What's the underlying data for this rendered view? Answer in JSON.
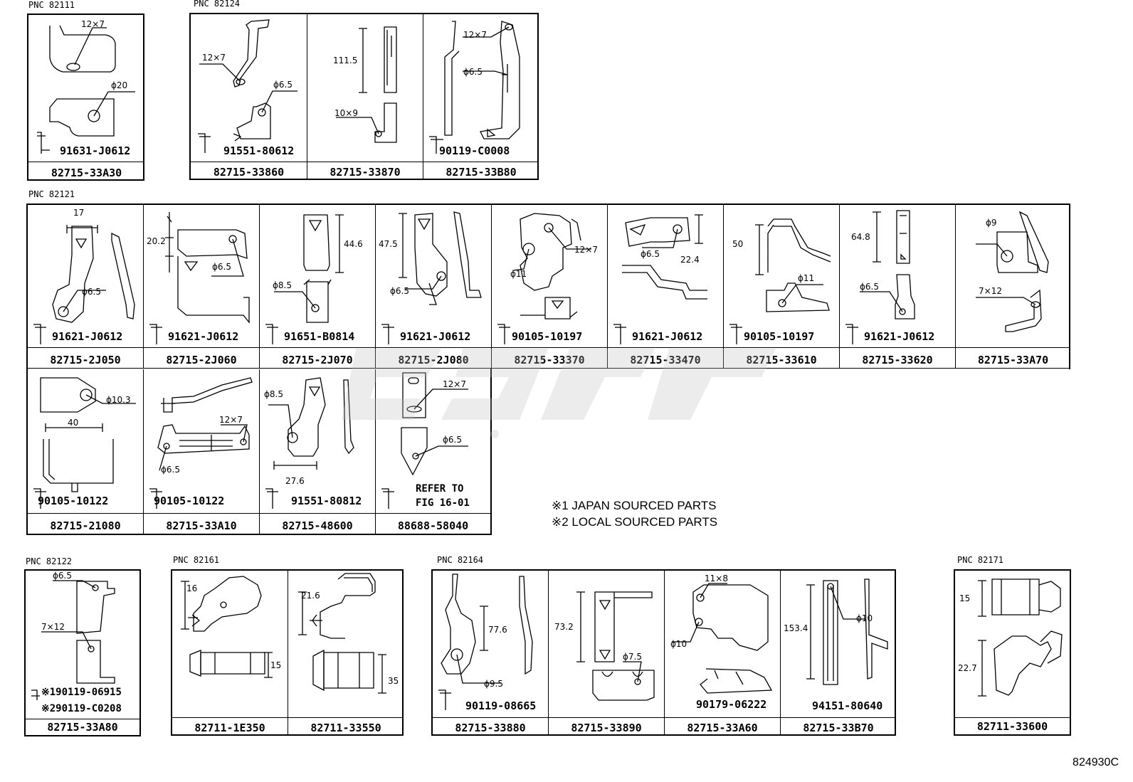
{
  "pnc": {
    "p82111": "PNC 82111",
    "p82124": "PNC 82124",
    "p82121": "PNC 82121",
    "p82122": "PNC 82122",
    "p82161": "PNC 82161",
    "p82164": "PNC 82164",
    "p82171": "PNC 82171"
  },
  "cells": [
    {
      "part": "82715-33A30",
      "bolt": "91631-J0612",
      "dims": [
        "12×7",
        "ϕ20"
      ]
    },
    {
      "part": "82715-33860",
      "bolt": "91551-80612",
      "dims": [
        "12×7",
        "ϕ6.5"
      ]
    },
    {
      "part": "82715-33870",
      "bolt": "",
      "dims": [
        "111.5",
        "10×9"
      ]
    },
    {
      "part": "82715-33B80",
      "bolt": "90119-C0008",
      "dims": [
        "12×7",
        "ϕ6.5"
      ]
    },
    {
      "part": "82715-2J050",
      "bolt": "91621-J0612",
      "dims": [
        "17",
        "ϕ6.5"
      ]
    },
    {
      "part": "82715-2J060",
      "bolt": "91621-J0612",
      "dims": [
        "20.2",
        "ϕ6.5"
      ]
    },
    {
      "part": "82715-2J070",
      "bolt": "91651-B0814",
      "dims": [
        "44.6",
        "ϕ8.5"
      ]
    },
    {
      "part": "82715-2J080",
      "bolt": "91621-J0612",
      "dims": [
        "47.5",
        "ϕ6.5"
      ]
    },
    {
      "part": "82715-33370",
      "bolt": "90105-10197",
      "dims": [
        "12×7",
        "ϕ11"
      ]
    },
    {
      "part": "82715-33470",
      "bolt": "91621-J0612",
      "dims": [
        "ϕ6.5",
        "22.4"
      ]
    },
    {
      "part": "82715-33610",
      "bolt": "90105-10197",
      "dims": [
        "50",
        "ϕ11"
      ]
    },
    {
      "part": "82715-33620",
      "bolt": "91621-J0612",
      "dims": [
        "64.8",
        "ϕ6.5"
      ]
    },
    {
      "part": "82715-33A70",
      "bolt": "",
      "dims": [
        "ϕ9",
        "7×12"
      ]
    },
    {
      "part": "82715-21080",
      "bolt": "90105-10122",
      "dims": [
        "ϕ10.3",
        "40"
      ]
    },
    {
      "part": "82715-33A10",
      "bolt": "90105-10122",
      "dims": [
        "12×7",
        "ϕ6.5"
      ]
    },
    {
      "part": "82715-48600",
      "bolt": "91551-80812",
      "dims": [
        "ϕ8.5",
        "27.6"
      ]
    },
    {
      "part": "88688-58040",
      "bolt": "REFER TO",
      "bolt2": "FIG 16-01",
      "dims": [
        "12×7",
        "ϕ6.5"
      ]
    },
    {
      "part": "82715-33A80",
      "bolt": "※190119-06915",
      "bolt2": "※290119-C0208",
      "dims": [
        "ϕ6.5",
        "7×12"
      ]
    },
    {
      "part": "82711-1E350",
      "bolt": "",
      "dims": [
        "16",
        "15"
      ]
    },
    {
      "part": "82711-33550",
      "bolt": "",
      "dims": [
        "21.6",
        "35"
      ]
    },
    {
      "part": "82715-33880",
      "bolt": "90119-08665",
      "dims": [
        "77.6",
        "ϕ9.5"
      ]
    },
    {
      "part": "82715-33890",
      "bolt": "",
      "dims": [
        "73.2",
        "ϕ7.5"
      ]
    },
    {
      "part": "82715-33A60",
      "bolt": "90179-06222",
      "dims": [
        "11×8",
        "ϕ10"
      ]
    },
    {
      "part": "82715-33B70",
      "bolt": "94151-80640",
      "dims": [
        "153.4",
        "ϕ10"
      ]
    },
    {
      "part": "82711-33600",
      "bolt": "",
      "dims": [
        "15",
        "22.7"
      ]
    }
  ],
  "notes": {
    "japan": "※1 JAPAN SOURCED PARTS",
    "local": "※2 LOCAL SOURCED PARTS"
  },
  "drawing_id": "824930C",
  "watermark_color": "#bdbdbd"
}
